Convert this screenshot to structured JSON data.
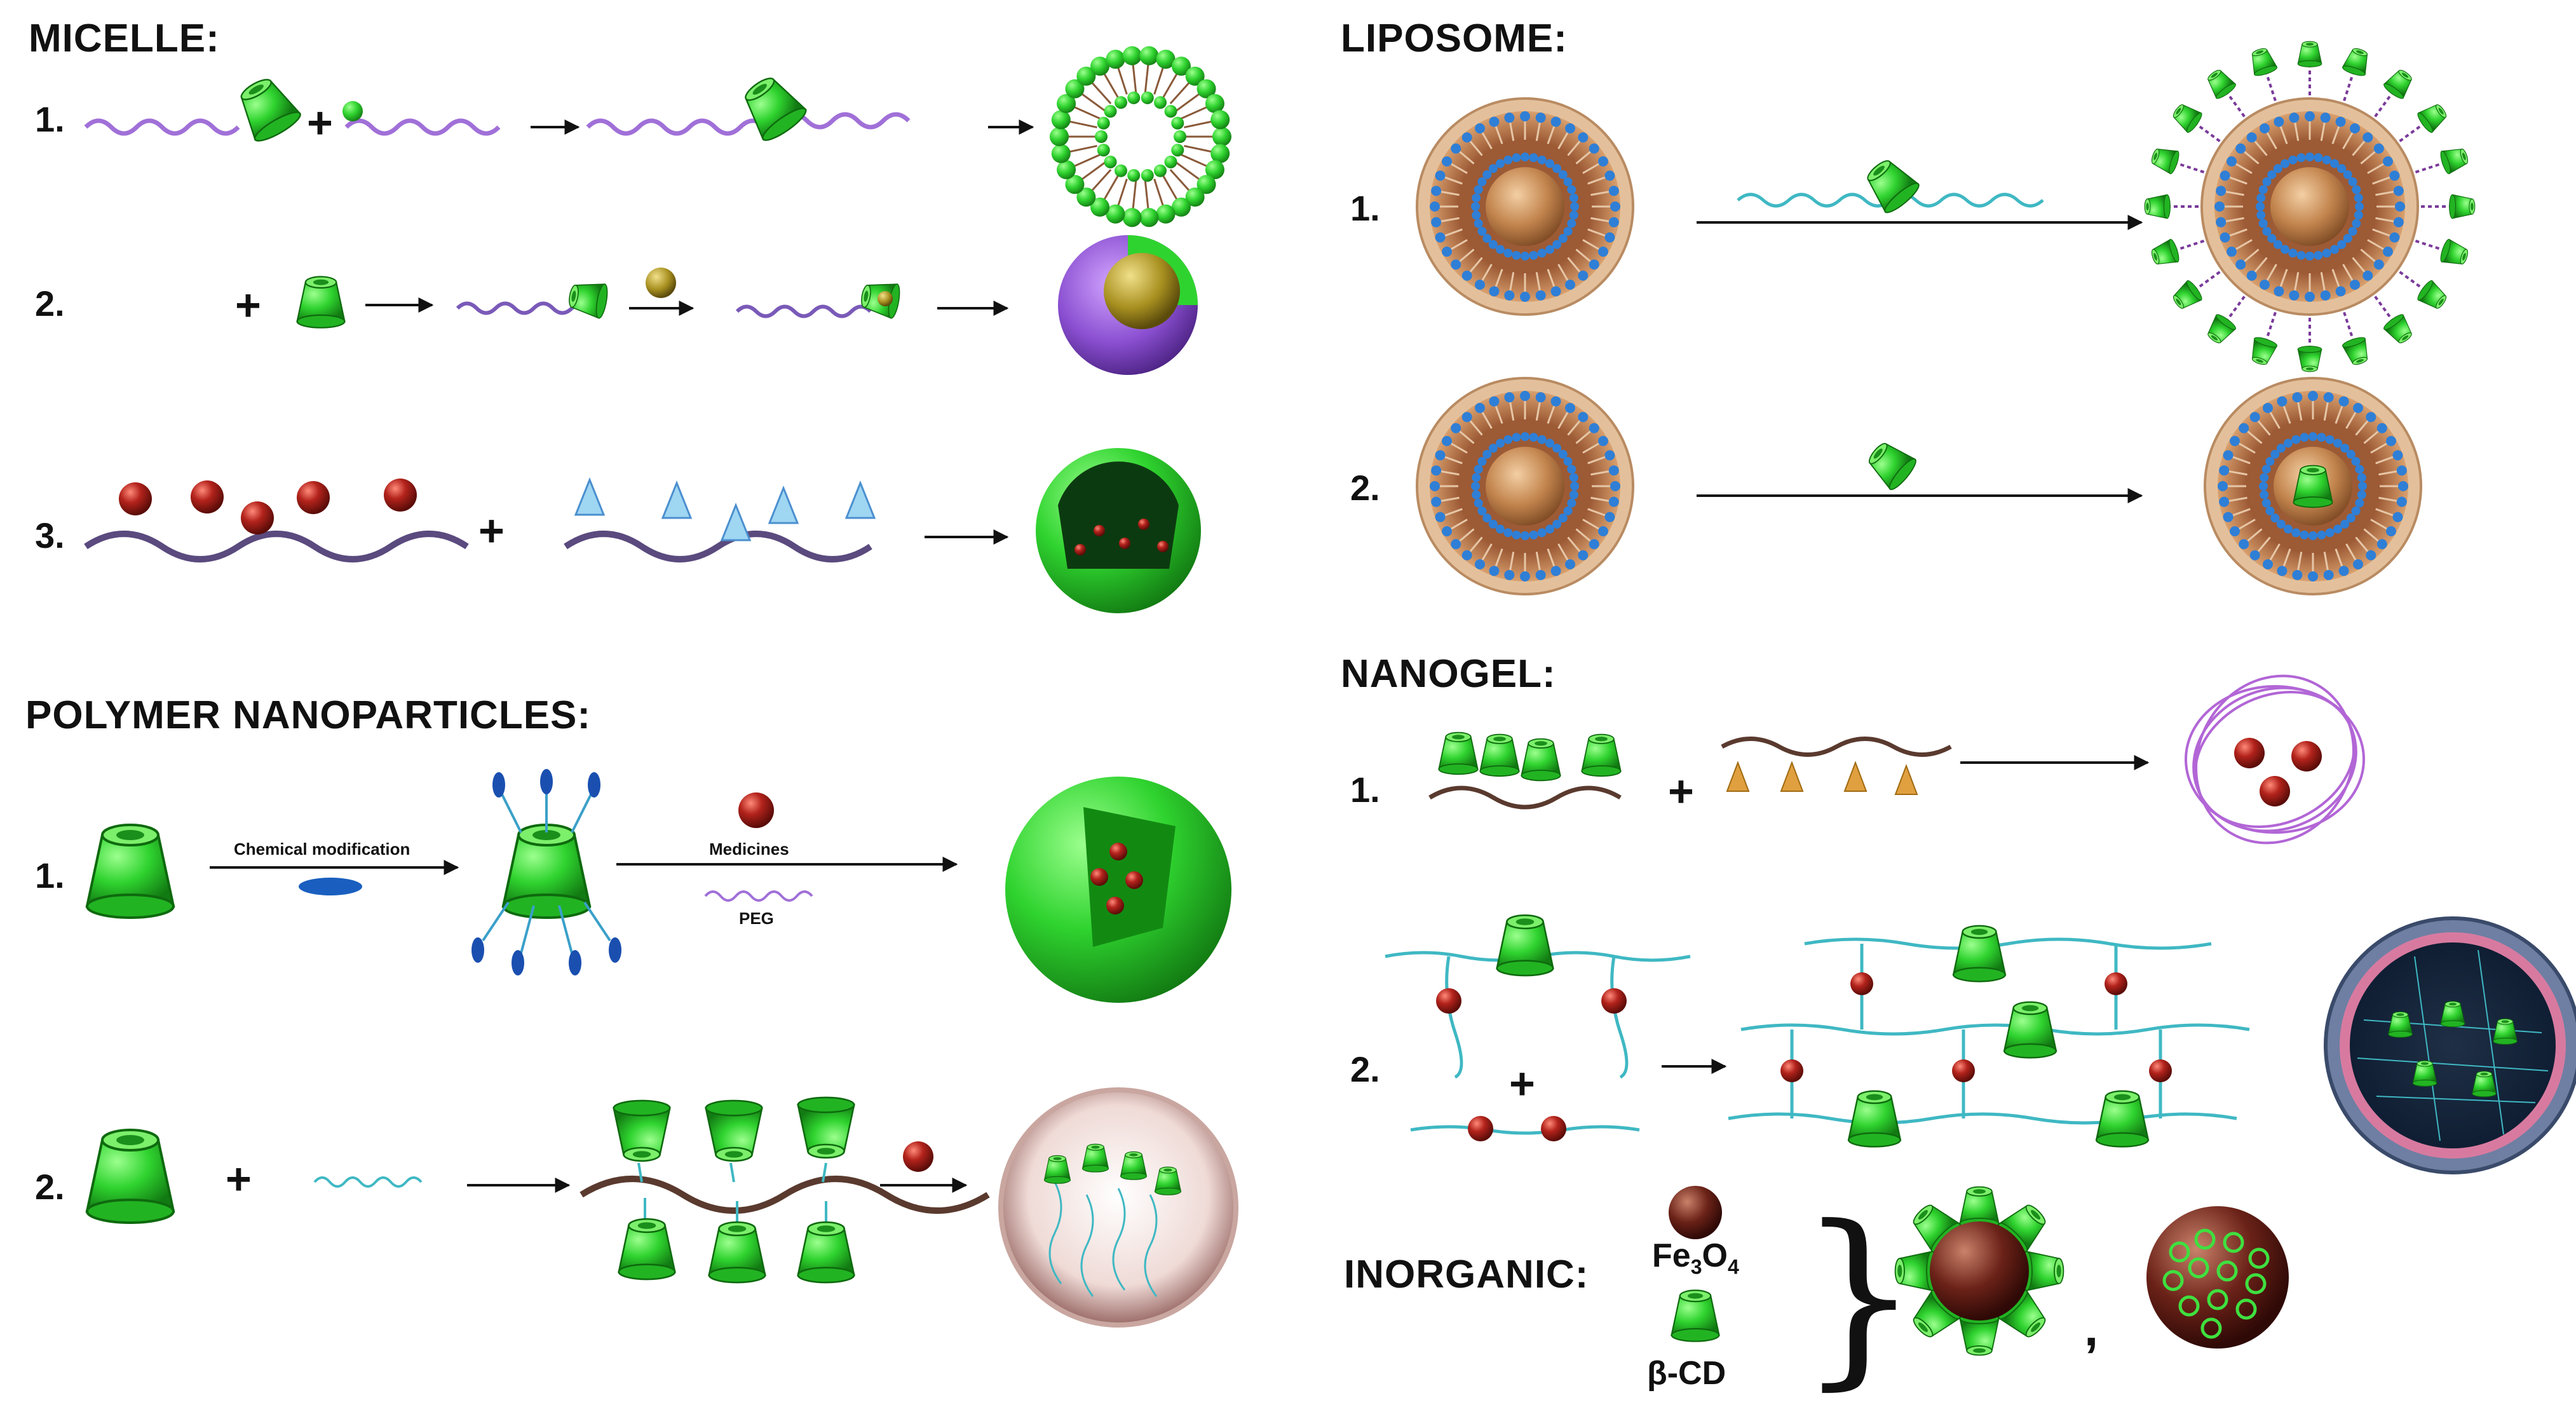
{
  "sections": {
    "micelle": {
      "title": "MICELLE:",
      "steps": [
        "1.",
        "2.",
        "3."
      ]
    },
    "polymer": {
      "title": "POLYMER NANOPARTICLES:",
      "steps": [
        "1.",
        "2."
      ],
      "label_chem": "Chemical modification",
      "label_med": "Medicines",
      "label_peg": "PEG"
    },
    "liposome": {
      "title": "LIPOSOME:",
      "steps": [
        "1.",
        "2."
      ]
    },
    "nanogel": {
      "title": "NANOGEL:",
      "steps": [
        "1.",
        "2."
      ]
    },
    "inorganic": {
      "title": "INORGANIC:",
      "fe_base": "Fe",
      "fe_sub1": "3",
      "fe_o": "O",
      "fe_sub2": "4",
      "bcd": "β-CD",
      "brace": "}",
      "comma": ","
    }
  },
  "symbols": {
    "plus": "+"
  },
  "colors": {
    "cd_green": "#2fd32f",
    "bead_red": "#b3231c",
    "polymer_purple": "#9b6bd0",
    "polymer_cyan": "#3fb8c3",
    "liposome_tan": "#c98a5c",
    "head_blue": "#2f7fd6"
  }
}
